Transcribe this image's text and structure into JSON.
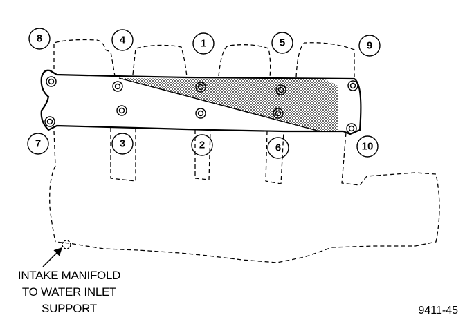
{
  "diagram": {
    "sequence_labels": [
      "1",
      "2",
      "3",
      "4",
      "5",
      "6",
      "7",
      "8",
      "9",
      "10"
    ],
    "callout": {
      "lines": [
        "INTAKE MANIFOLD",
        "TO WATER INLET",
        "SUPPORT"
      ]
    },
    "figure_id": "9411-45"
  }
}
